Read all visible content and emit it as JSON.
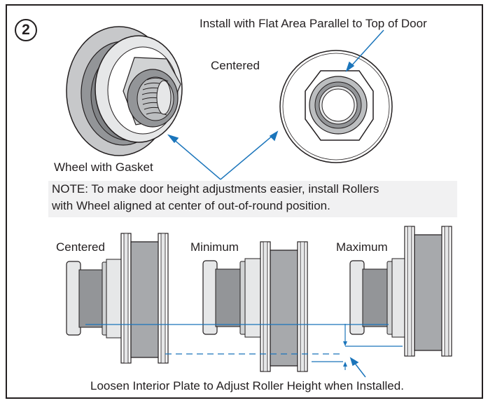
{
  "step": {
    "number": "2"
  },
  "top_labels": {
    "flat_area": "Install with Flat Area Parallel to Top of Door",
    "centered": "Centered",
    "wheel_gasket": "Wheel with Gasket"
  },
  "note": {
    "line1": "NOTE: To make door height adjustments easier, install Rollers",
    "line2": "with Wheel aligned at center of out-of-round position."
  },
  "roller_positions": [
    {
      "label": "Centered"
    },
    {
      "label": "Minimum"
    },
    {
      "label": "Maximum"
    }
  ],
  "caption": "Loosen Interior Plate to Adjust Roller Height when Installed.",
  "colors": {
    "outline": "#231f20",
    "wheel_gray": "#939598",
    "wheel_dark": "#6d6e71",
    "light_gray": "#d1d3d4",
    "leader_blue": "#1b75bb",
    "note_bg": "#f1f1f2"
  }
}
